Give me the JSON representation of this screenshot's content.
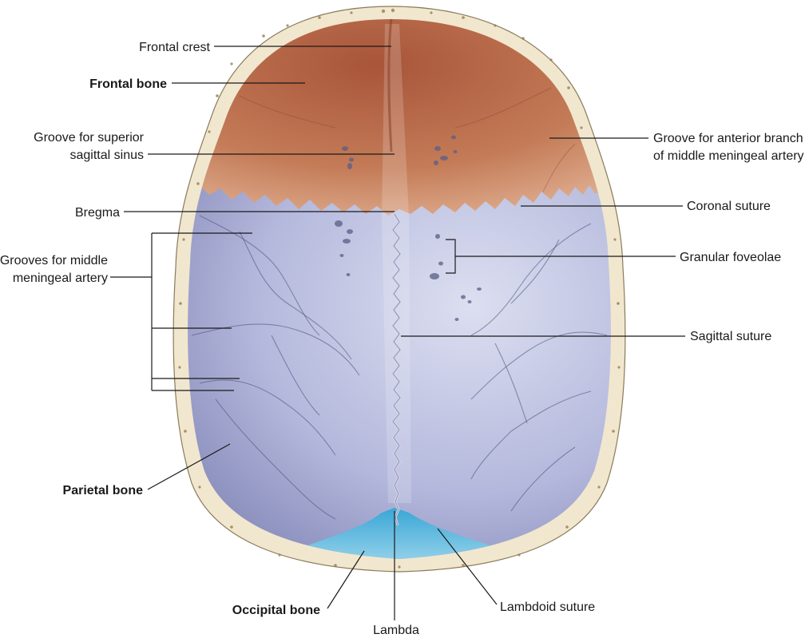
{
  "labels": {
    "frontal_crest": "Frontal crest",
    "frontal_bone": "Frontal bone",
    "groove_sup_line1": "Groove for superior",
    "groove_sup_line2": "sagittal sinus",
    "groove_ant_line1": "Groove for anterior branch",
    "groove_ant_line2": "of middle meningeal artery",
    "bregma": "Bregma",
    "coronal_suture": "Coronal suture",
    "grooves_mid_line1": "Grooves for middle",
    "grooves_mid_line2": "meningeal artery",
    "granular_foveolae": "Granular foveolae",
    "sagittal_suture": "Sagittal suture",
    "parietal_bone": "Parietal bone",
    "occipital_bone": "Occipital bone",
    "lambda": "Lambda",
    "lambdoid_suture": "Lambdoid suture"
  },
  "colors": {
    "frontal": "#b86a48",
    "parietal": "#9da2cf",
    "occipital": "#5ab8dc",
    "outer_table": "#f1e7cf",
    "label_text": "#1a1a1a"
  }
}
